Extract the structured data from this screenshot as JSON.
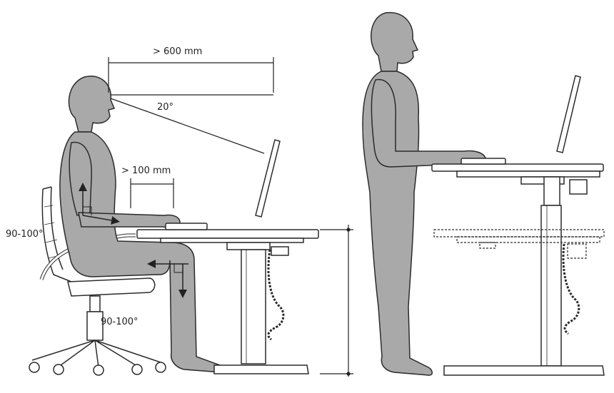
{
  "diagram": {
    "annotations": {
      "viewing_distance": "> 600 mm",
      "viewing_angle": "20°",
      "hand_clearance": "> 100 mm",
      "back_angle": "90-100°",
      "knee_angle": "90-100°"
    },
    "colors": {
      "figure_fill": "#a9a9a9",
      "outline": "#2b2b2b",
      "desk_fill": "#ffffff",
      "background": "#ffffff"
    },
    "icons": [
      "seated-figure",
      "standing-figure",
      "office-chair",
      "sit-stand-desk",
      "laptop",
      "cable-chain"
    ]
  }
}
